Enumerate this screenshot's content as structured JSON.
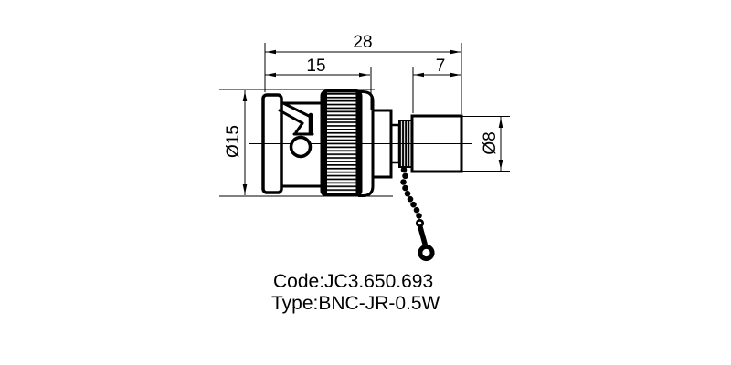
{
  "page": {
    "background_color": "#ffffff",
    "line_color": "#000000"
  },
  "drawing": {
    "dimensions": {
      "overall_length": "28",
      "coupling_length": "15",
      "load_length": "7",
      "flange_diameter": "Ø15",
      "load_diameter": "Ø8"
    },
    "caption": {
      "code": "Code:JC3.650.693",
      "type": "Type:BNC-JR-0.5W"
    }
  }
}
